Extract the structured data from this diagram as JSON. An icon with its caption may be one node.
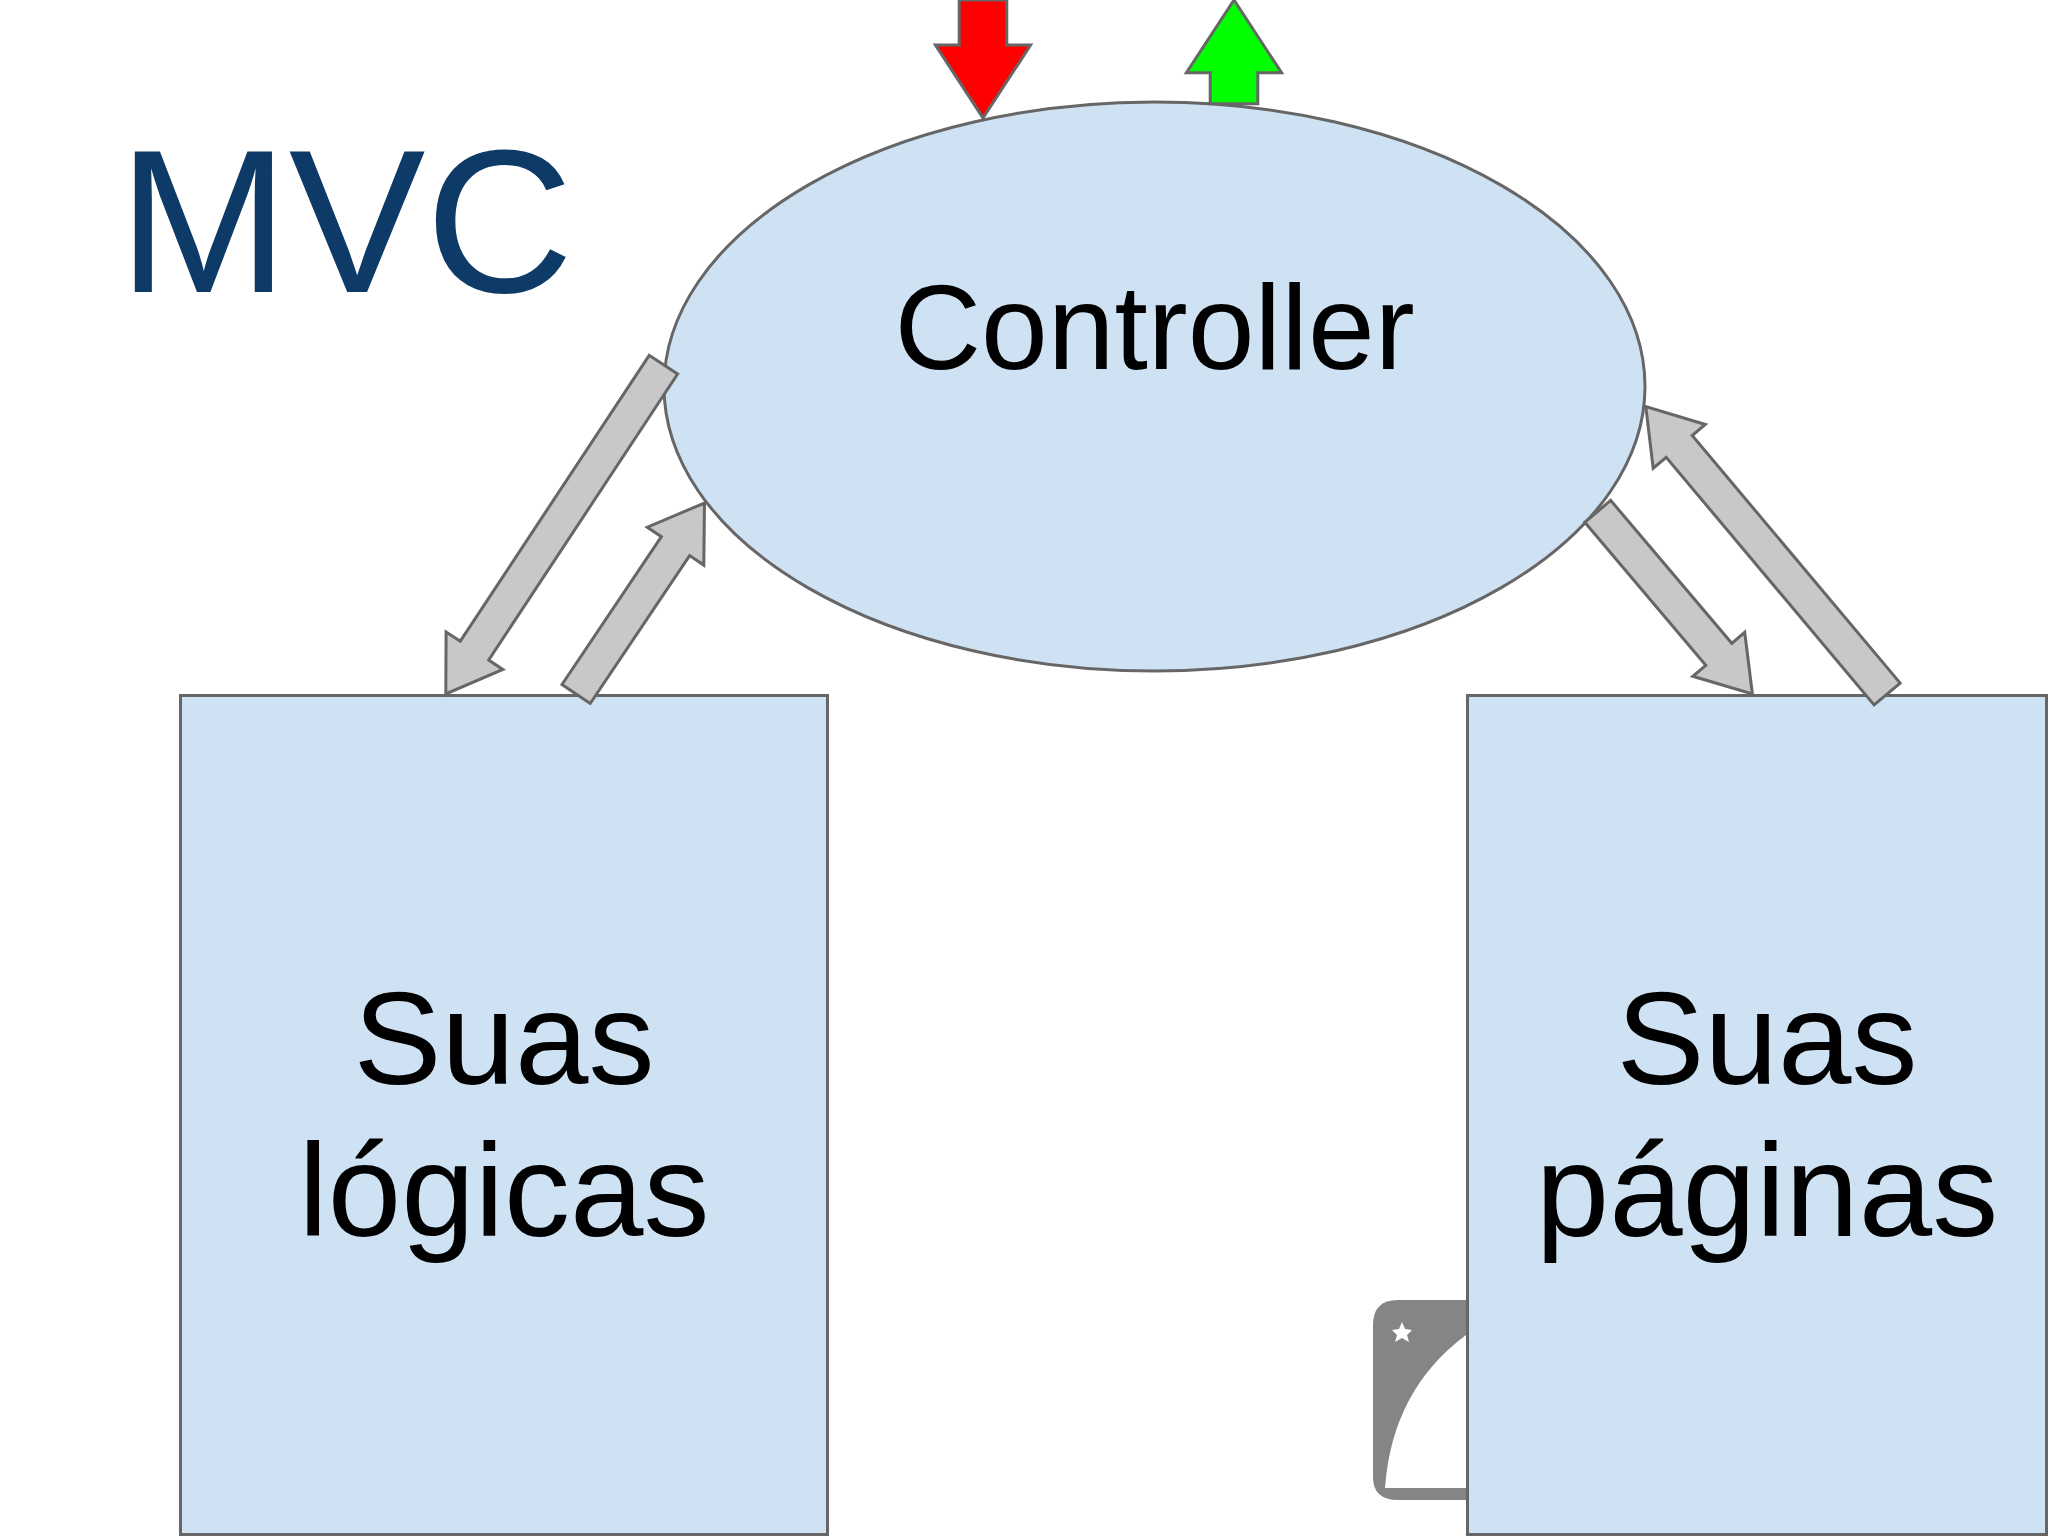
{
  "diagram": {
    "title": "MVC",
    "nodes": [
      {
        "text": [
          "Controller"
        ]
      },
      {
        "text": [
          "Suas lógicas"
        ]
      },
      {
        "text": [
          "Suas páginas"
        ]
      }
    ],
    "edges": [
      {
        "from": null,
        "to": 0,
        "arrow": "to",
        "style": "thick",
        "color": "#ff0000"
      },
      {
        "from": 0,
        "to": null,
        "arrow": "to",
        "style": "thick",
        "color": "#00ff00"
      },
      {
        "from": 0,
        "to": 1,
        "arrow": "to"
      },
      {
        "from": 1,
        "to": 0,
        "arrow": "to"
      },
      {
        "from": 0,
        "to": 2,
        "arrow": "to"
      },
      {
        "from": 2,
        "to": 0,
        "arrow": "to"
      }
    ]
  }
}
